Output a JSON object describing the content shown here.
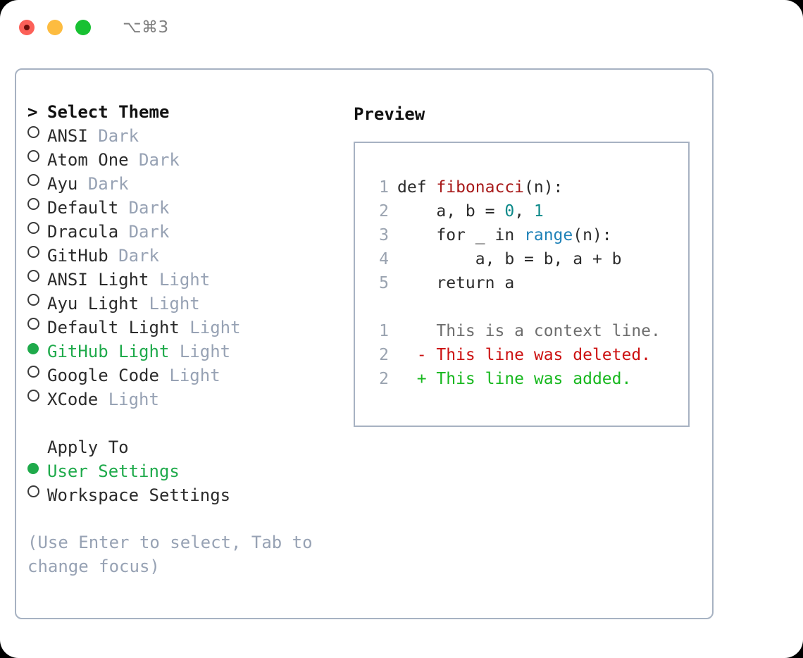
{
  "titlebar": {
    "shortcut": "⌥⌘3",
    "buttons": [
      "close",
      "minimize",
      "maximize"
    ]
  },
  "theme_picker": {
    "caret": ">",
    "header": "Select Theme",
    "items": [
      {
        "name": "ANSI",
        "tag": "Dark",
        "selected": false
      },
      {
        "name": "Atom One",
        "tag": "Dark",
        "selected": false
      },
      {
        "name": "Ayu",
        "tag": "Dark",
        "selected": false
      },
      {
        "name": "Default",
        "tag": "Dark",
        "selected": false
      },
      {
        "name": "Dracula",
        "tag": "Dark",
        "selected": false
      },
      {
        "name": "GitHub",
        "tag": "Dark",
        "selected": false
      },
      {
        "name": "ANSI Light",
        "tag": "Light",
        "selected": false
      },
      {
        "name": "Ayu Light",
        "tag": "Light",
        "selected": false
      },
      {
        "name": "Default Light",
        "tag": "Light",
        "selected": false
      },
      {
        "name": "GitHub Light",
        "tag": "Light",
        "selected": true
      },
      {
        "name": "Google Code",
        "tag": "Light",
        "selected": false
      },
      {
        "name": "XCode",
        "tag": "Light",
        "selected": false
      }
    ]
  },
  "apply_to": {
    "label": "Apply To",
    "options": [
      {
        "name": "User Settings",
        "selected": true
      },
      {
        "name": "Workspace Settings",
        "selected": false
      }
    ]
  },
  "hint": "(Use Enter to select, Tab to change focus)",
  "preview": {
    "title": "Preview",
    "code_lines": [
      {
        "no": "1",
        "tokens": [
          {
            "t": "def ",
            "c": "plain"
          },
          {
            "t": "fibonacci",
            "c": "fn"
          },
          {
            "t": "(n):",
            "c": "plain"
          }
        ]
      },
      {
        "no": "2",
        "tokens": [
          {
            "t": "    a, b = ",
            "c": "plain"
          },
          {
            "t": "0",
            "c": "num"
          },
          {
            "t": ", ",
            "c": "plain"
          },
          {
            "t": "1",
            "c": "num"
          }
        ]
      },
      {
        "no": "3",
        "tokens": [
          {
            "t": "    for _ in ",
            "c": "plain"
          },
          {
            "t": "range",
            "c": "call"
          },
          {
            "t": "(n):",
            "c": "plain"
          }
        ]
      },
      {
        "no": "4",
        "tokens": [
          {
            "t": "        a, b = b, a + b",
            "c": "plain"
          }
        ]
      },
      {
        "no": "5",
        "tokens": [
          {
            "t": "    return a",
            "c": "plain"
          }
        ]
      }
    ],
    "diff_lines": [
      {
        "no": "1",
        "marker": " ",
        "text": "This is a context line.",
        "kind": "ctx"
      },
      {
        "no": "2",
        "marker": "-",
        "text": "This line was deleted.",
        "kind": "del"
      },
      {
        "no": "2",
        "marker": "+",
        "text": "This line was added.",
        "kind": "add"
      }
    ]
  },
  "colors": {
    "selected_green": "#1faa4b",
    "tag_gray": "#97a2b4",
    "border": "#a7b2c2",
    "fn_red": "#a81a1a",
    "num_teal": "#0e8a8a",
    "call_blue": "#1f82b8",
    "diff_del": "#cc1111",
    "diff_add": "#18b81f"
  }
}
